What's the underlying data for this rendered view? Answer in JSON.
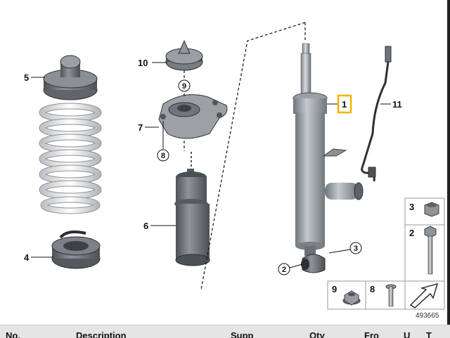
{
  "diagram": {
    "id": "493665",
    "part_labels": [
      "1",
      "4",
      "5",
      "6",
      "7",
      "10",
      "11"
    ],
    "callouts": [
      "2",
      "3",
      "8",
      "9"
    ],
    "legend": [
      {
        "number": "3",
        "icon": "hex-nut-icon"
      },
      {
        "number": "2",
        "icon": "hex-bolt-icon"
      },
      {
        "number": "9",
        "icon": "collar-nut-icon"
      },
      {
        "number": "8",
        "icon": "screw-icon"
      }
    ],
    "highlight_color": "#f0b400"
  },
  "table": {
    "columns": [
      "No.",
      "Description",
      "Supp",
      "Qty",
      "Fro",
      "U",
      "T"
    ]
  }
}
